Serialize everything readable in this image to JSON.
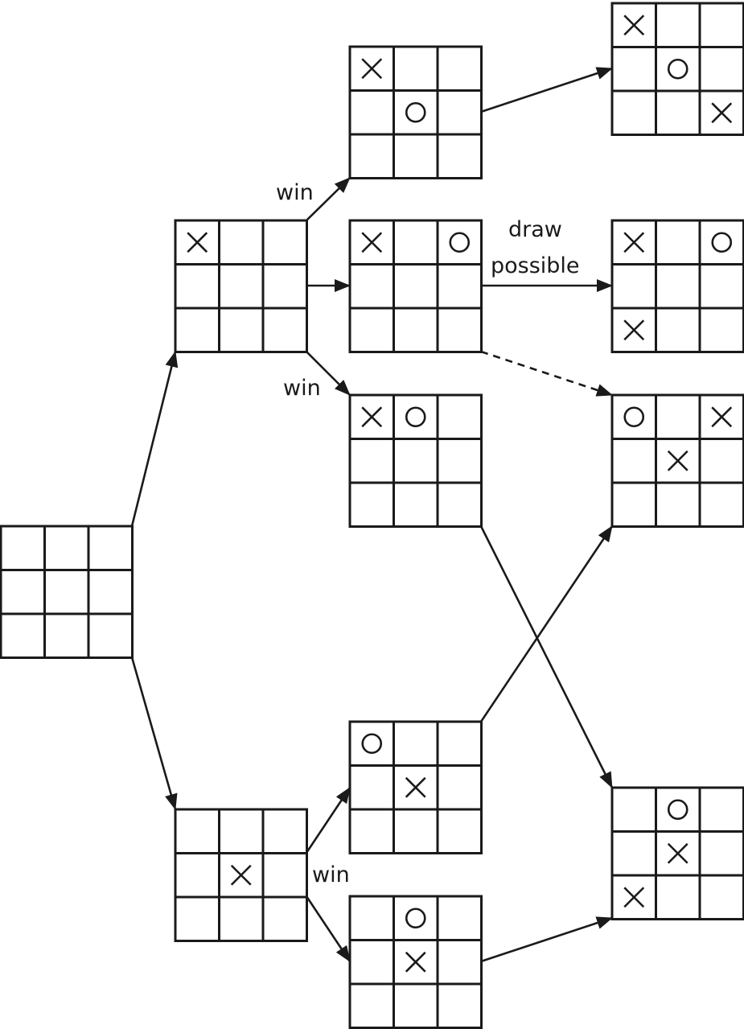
{
  "boards": [
    {
      "id": "b0",
      "cells": [
        "",
        "",
        "",
        "",
        "",
        "",
        "",
        "",
        ""
      ]
    },
    {
      "id": "b1",
      "cells": [
        "X",
        "",
        "",
        "",
        "",
        "",
        "",
        "",
        ""
      ]
    },
    {
      "id": "b2",
      "cells": [
        "",
        "",
        "",
        "",
        "X",
        "",
        "",
        "",
        ""
      ]
    },
    {
      "id": "b3",
      "cells": [
        "X",
        "",
        "",
        "",
        "O",
        "",
        "",
        "",
        ""
      ]
    },
    {
      "id": "b4",
      "cells": [
        "X",
        "",
        "O",
        "",
        "",
        "",
        "",
        "",
        ""
      ]
    },
    {
      "id": "b5",
      "cells": [
        "X",
        "O",
        "",
        "",
        "",
        "",
        "",
        "",
        ""
      ]
    },
    {
      "id": "b6",
      "cells": [
        "O",
        "",
        "",
        "",
        "X",
        "",
        "",
        "",
        ""
      ]
    },
    {
      "id": "b7",
      "cells": [
        "",
        "O",
        "",
        "",
        "X",
        "",
        "",
        "",
        ""
      ]
    },
    {
      "id": "b8",
      "cells": [
        "X",
        "",
        "",
        "",
        "O",
        "",
        "",
        "",
        "X"
      ]
    },
    {
      "id": "b9",
      "cells": [
        "X",
        "",
        "O",
        "",
        "",
        "",
        "X",
        "",
        ""
      ]
    },
    {
      "id": "b10",
      "cells": [
        "O",
        "",
        "X",
        "",
        "X",
        "",
        "",
        "",
        ""
      ]
    },
    {
      "id": "b11",
      "cells": [
        "",
        "O",
        "",
        "",
        "X",
        "",
        "X",
        "",
        ""
      ]
    }
  ],
  "edges": [
    {
      "from": "b0",
      "to": "b1",
      "label": "",
      "style": "solid"
    },
    {
      "from": "b0",
      "to": "b2",
      "label": "",
      "style": "solid"
    },
    {
      "from": "b1",
      "to": "b3",
      "label": "win",
      "style": "solid"
    },
    {
      "from": "b1",
      "to": "b4",
      "label": "",
      "style": "solid"
    },
    {
      "from": "b1",
      "to": "b5",
      "label": "win",
      "style": "solid"
    },
    {
      "from": "b2",
      "to": "b6",
      "label": "win",
      "style": "solid"
    },
    {
      "from": "b2",
      "to": "b7",
      "label": "",
      "style": "solid"
    },
    {
      "from": "b3",
      "to": "b8",
      "label": "",
      "style": "solid"
    },
    {
      "from": "b4",
      "to": "b9",
      "label": "draw possible",
      "style": "solid"
    },
    {
      "from": "b4",
      "to": "b10",
      "label": "",
      "style": "dashed"
    },
    {
      "from": "b5",
      "to": "b11",
      "label": "",
      "style": "solid"
    },
    {
      "from": "b6",
      "to": "b10",
      "label": "",
      "style": "solid"
    },
    {
      "from": "b7",
      "to": "b11",
      "label": "",
      "style": "solid"
    }
  ]
}
